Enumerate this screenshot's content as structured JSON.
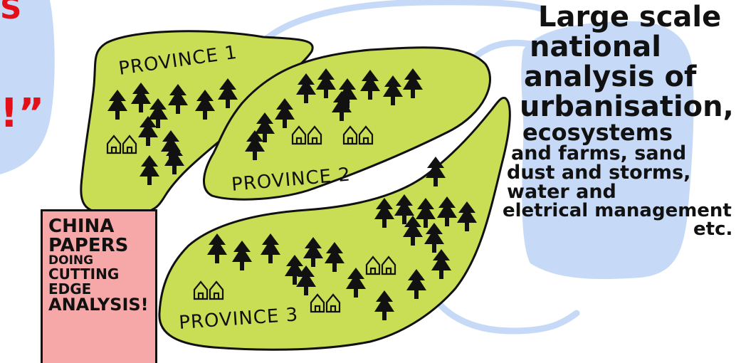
{
  "top_left_fragment": {
    "text_1": "S",
    "text_2": "!”"
  },
  "provinces": [
    {
      "label": "PROVINCE 1"
    },
    {
      "label": "PROVINCE 2"
    },
    {
      "label": "PROVINCE 3"
    }
  ],
  "note": {
    "lines": [
      "CHINA",
      "PAPERS",
      "DOING",
      "CUTTING",
      "EDGE",
      "ANALYSIS!"
    ]
  },
  "callout": {
    "lines": [
      "Large scale",
      "national",
      "analysis of",
      "urbanisation,",
      "ecosystems",
      "and farms, sand",
      "dust and storms,",
      "water and",
      "eletrical management",
      "etc."
    ]
  },
  "colors": {
    "land": "#c9dd55",
    "outline": "#111111",
    "callout_bg": "#c6daf7",
    "note_bg": "#f6a8a8",
    "accent_red": "#e3101a"
  }
}
